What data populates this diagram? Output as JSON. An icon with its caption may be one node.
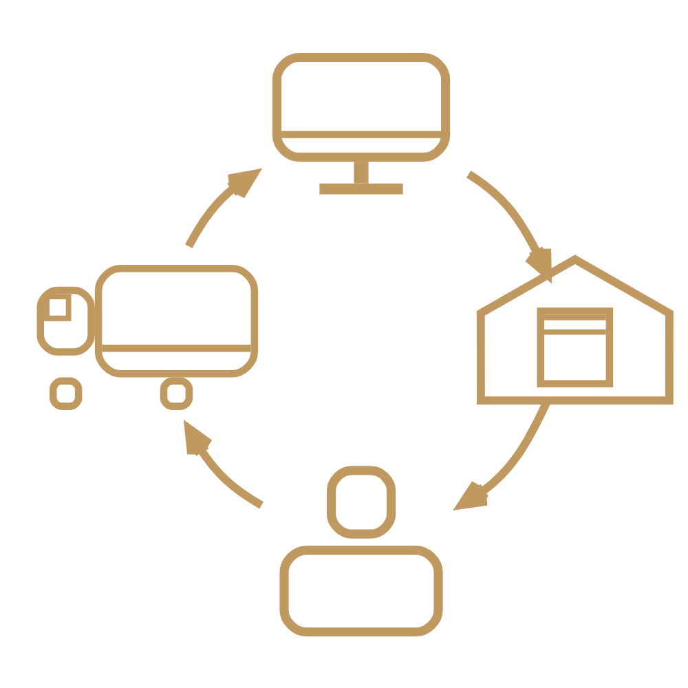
{
  "diagram": {
    "nodes": [
      {
        "text": [],
        "shape": "picture"
      },
      {
        "text": [],
        "shape": "picture"
      },
      {
        "text": [],
        "shape": "person"
      },
      {
        "text": [],
        "shape": "picture"
      }
    ],
    "edges": [
      {
        "from": 0,
        "to": 1,
        "arrow": "to"
      },
      {
        "from": 1,
        "to": 2,
        "arrow": "to"
      },
      {
        "from": 2,
        "to": 3,
        "arrow": "to"
      },
      {
        "from": 3,
        "to": 0,
        "arrow": "to"
      }
    ]
  }
}
